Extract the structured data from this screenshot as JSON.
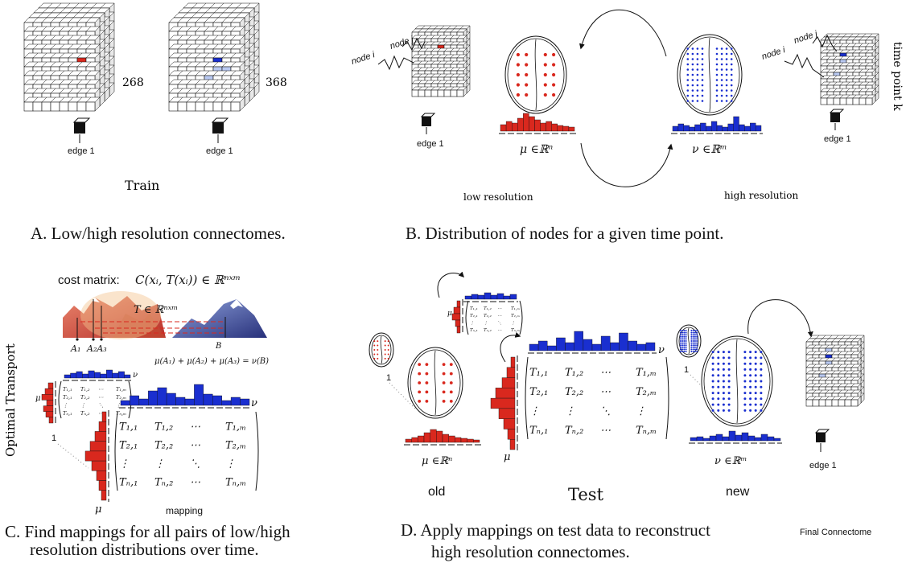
{
  "colors": {
    "low_res": "#d9281e",
    "high_res": "#1a2fd0",
    "light_blue": "#b9c9f2",
    "ink": "#111111"
  },
  "panelA": {
    "label_268": "268",
    "label_368": "368",
    "edge_left": "edge 1",
    "edge_right": "edge 1",
    "train": "Train",
    "caption": "A. Low/high resolution connectomes."
  },
  "panelB": {
    "node_i_left": "node i",
    "node_j_left": "node j",
    "node_i_right": "node i",
    "node_j_right": "node j",
    "edge_left": "edge 1",
    "edge_right": "edge 1",
    "mu_label": "μ ∈ℝⁿ",
    "nu_label": "ν ∈ℝᵐ",
    "low": "low resolution",
    "high": "high resolution",
    "time_point": "time point k",
    "caption": "B. Distribution of nodes for a given time point."
  },
  "panelC": {
    "side_label": "Optimal Transport",
    "cost_prefix": "cost matrix:",
    "cost_formula": "C(xᵢ, T(xᵢ)) ∈ ℝⁿˣᵐ",
    "t_label": "T ∈ ℝⁿˣᵐ",
    "a1": "A₁",
    "a2a3": "A₂A₃",
    "b": "B",
    "sum_formula": "μ(A₁) + μ(A₂) + μ(A₃) = ν(B)",
    "mu": "μ",
    "nu": "ν",
    "one": "1",
    "mapping": "mapping",
    "caption_line1": "C. Find mappings for all pairs of low/high",
    "caption_line2": "resolution distributions over time."
  },
  "panelD": {
    "mu_label": "μ ∈ℝⁿ",
    "nu_label": "ν ∈ℝᵐ",
    "nu": "ν",
    "mu": "μ",
    "one_left": "1",
    "one_right": "1",
    "old": "old",
    "test": "Test",
    "new": "new",
    "edge": "edge 1",
    "final": "Final Connectome",
    "caption_line1": "D. Apply mappings on test data to reconstruct",
    "caption_line2": "high resolution connectomes."
  },
  "matrix": {
    "rows": [
      [
        "T₁,₁",
        "T₁,₂",
        "⋯",
        "T₁,ₘ"
      ],
      [
        "T₂,₁",
        "T₂,₂",
        "⋯",
        "T₂,ₘ"
      ],
      [
        "⋮",
        "⋮",
        "⋱",
        "⋮"
      ],
      [
        "Tₙ,₁",
        "Tₙ,₂",
        "⋯",
        "Tₙ,ₘ"
      ]
    ]
  }
}
